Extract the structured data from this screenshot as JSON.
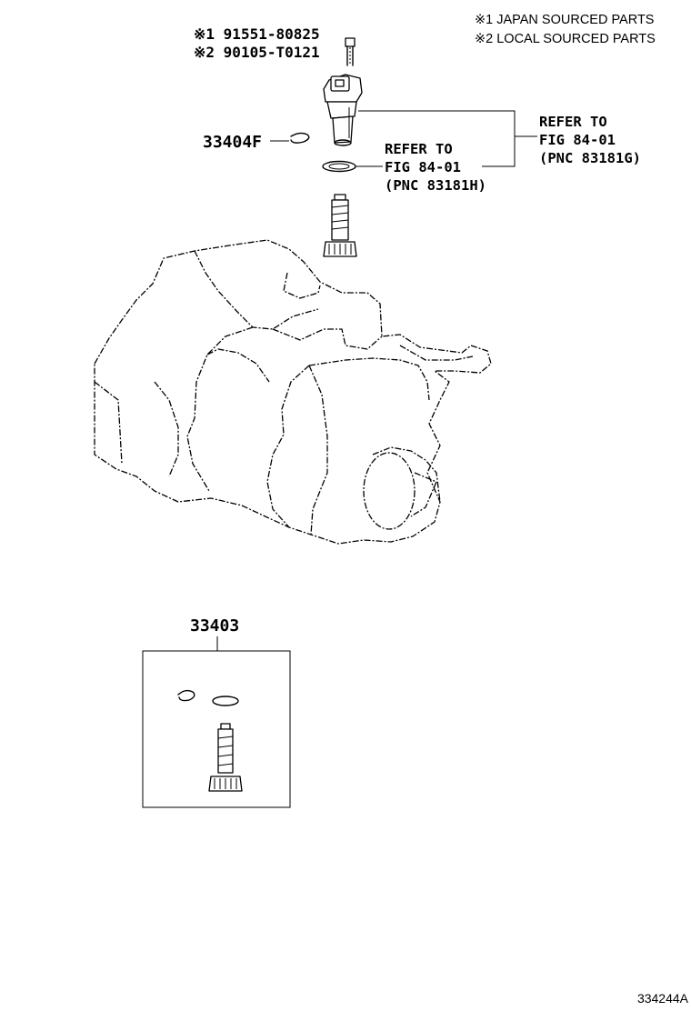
{
  "legend": {
    "japan_sourced": "※1 JAPAN SOURCED PARTS",
    "local_sourced": "※2 LOCAL SOURCED PARTS"
  },
  "parts": {
    "bolt_japan": "※1 91551-80825",
    "bolt_local": "※2 90105-T0121",
    "clip": "33404F",
    "kit": "33403"
  },
  "references": {
    "upper": {
      "refer": "REFER TO",
      "fig": "FIG 84-01",
      "pnc": "(PNC 83181G)"
    },
    "lower": {
      "refer": "REFER TO",
      "fig": "FIG 84-01",
      "pnc": "(PNC 83181H)"
    }
  },
  "illustration_id": "334244A"
}
